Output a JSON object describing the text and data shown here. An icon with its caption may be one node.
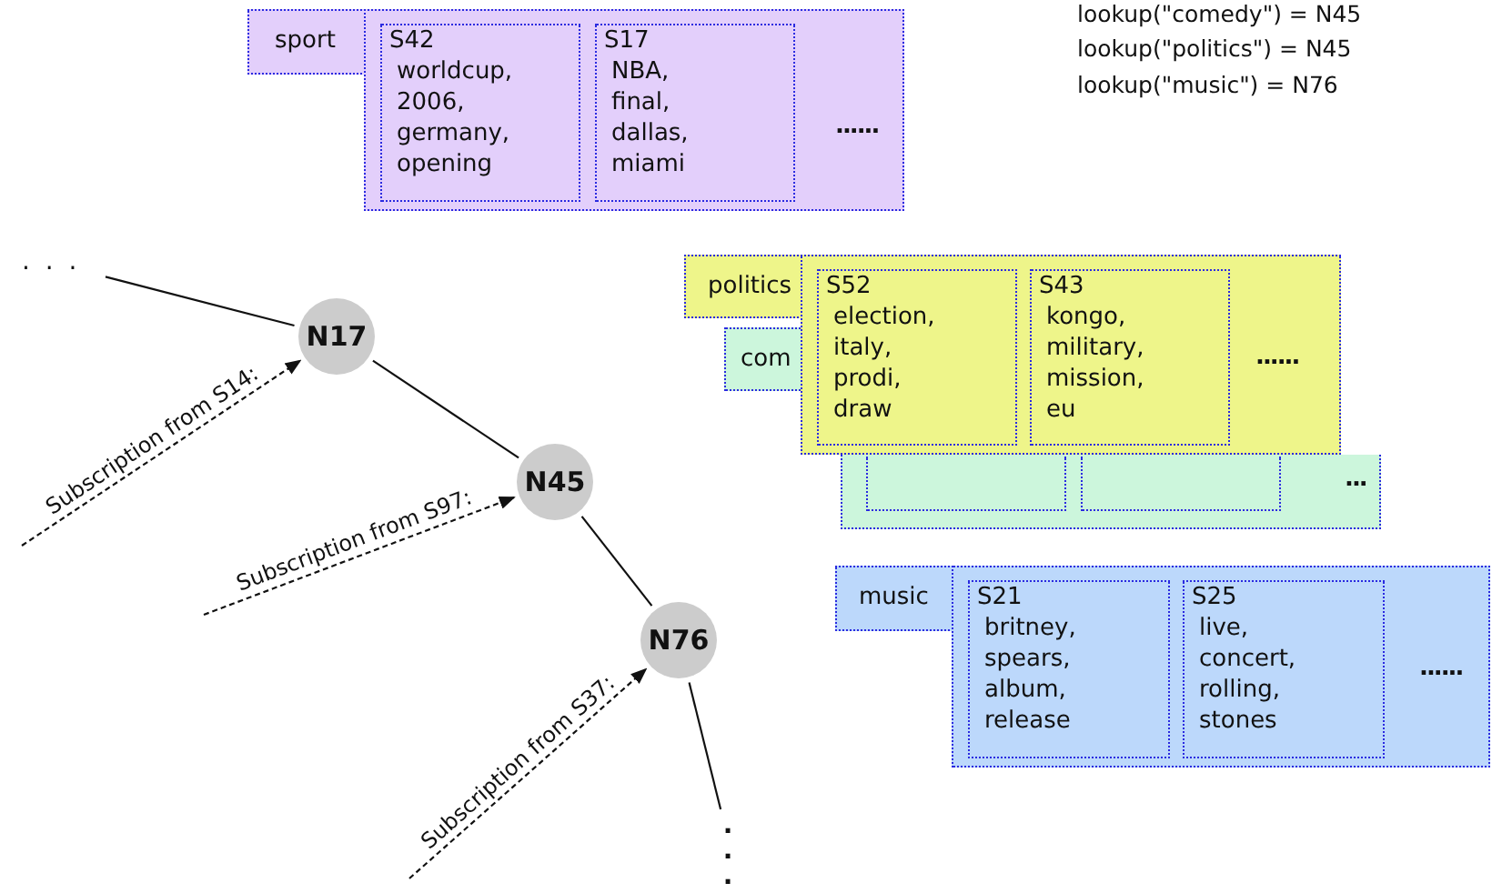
{
  "diagram": {
    "nodes": [
      {
        "text": [
          ". . ."
        ]
      },
      {
        "text": [
          "N17"
        ]
      },
      {
        "text": [
          "N45"
        ]
      },
      {
        "text": [
          "N76"
        ]
      },
      {
        "text": [
          "..."
        ]
      },
      {
        "text": [
          "sport"
        ]
      },
      {
        "text": [
          "......"
        ]
      },
      {
        "text": [
          "S42",
          "worldcup, 2006, germany, opening"
        ],
        "in": 6
      },
      {
        "text": [
          "S17",
          "NBA, final, dallas, miami"
        ],
        "in": 6
      },
      {
        "text": [
          "politics"
        ]
      },
      {
        "text": [
          "......"
        ]
      },
      {
        "text": [
          "S52",
          "election, italy, prodi, draw"
        ],
        "in": 10
      },
      {
        "text": [
          "S43",
          "kongo, military, mission, eu"
        ],
        "in": 10
      },
      {
        "text": [
          "com"
        ]
      },
      {
        "text": [
          "..."
        ]
      },
      {
        "text": [],
        "shape": "box",
        "in": 14
      },
      {
        "text": [],
        "shape": "box",
        "in": 14
      },
      {
        "text": [
          "music"
        ]
      },
      {
        "text": [
          "......"
        ]
      },
      {
        "text": [
          "S21",
          "britney, spears, album, release"
        ],
        "in": 18
      },
      {
        "text": [
          "S25",
          "live, concert, rolling, stones"
        ],
        "in": 18
      }
    ],
    "edges": [
      {
        "from": 0,
        "to": 1,
        "arrow": "none"
      },
      {
        "from": 1,
        "to": 2,
        "arrow": "none"
      },
      {
        "from": 2,
        "to": 3,
        "arrow": "none"
      },
      {
        "from": 3,
        "to": 4,
        "arrow": "none"
      },
      {
        "from": null,
        "to": 1,
        "arrow": "to",
        "label": "Subscription from S14:",
        "style": "dashed"
      },
      {
        "from": null,
        "to": 2,
        "arrow": "to",
        "label": "Subscription from S97:",
        "style": "dashed"
      },
      {
        "from": null,
        "to": 3,
        "arrow": "to",
        "label": "Subscription from S37:",
        "style": "dashed"
      }
    ],
    "labels": [
      "lookup(\"comedy\") = N45",
      "lookup(\"politics\") = N45",
      "lookup(\"music\") = N76"
    ]
  }
}
